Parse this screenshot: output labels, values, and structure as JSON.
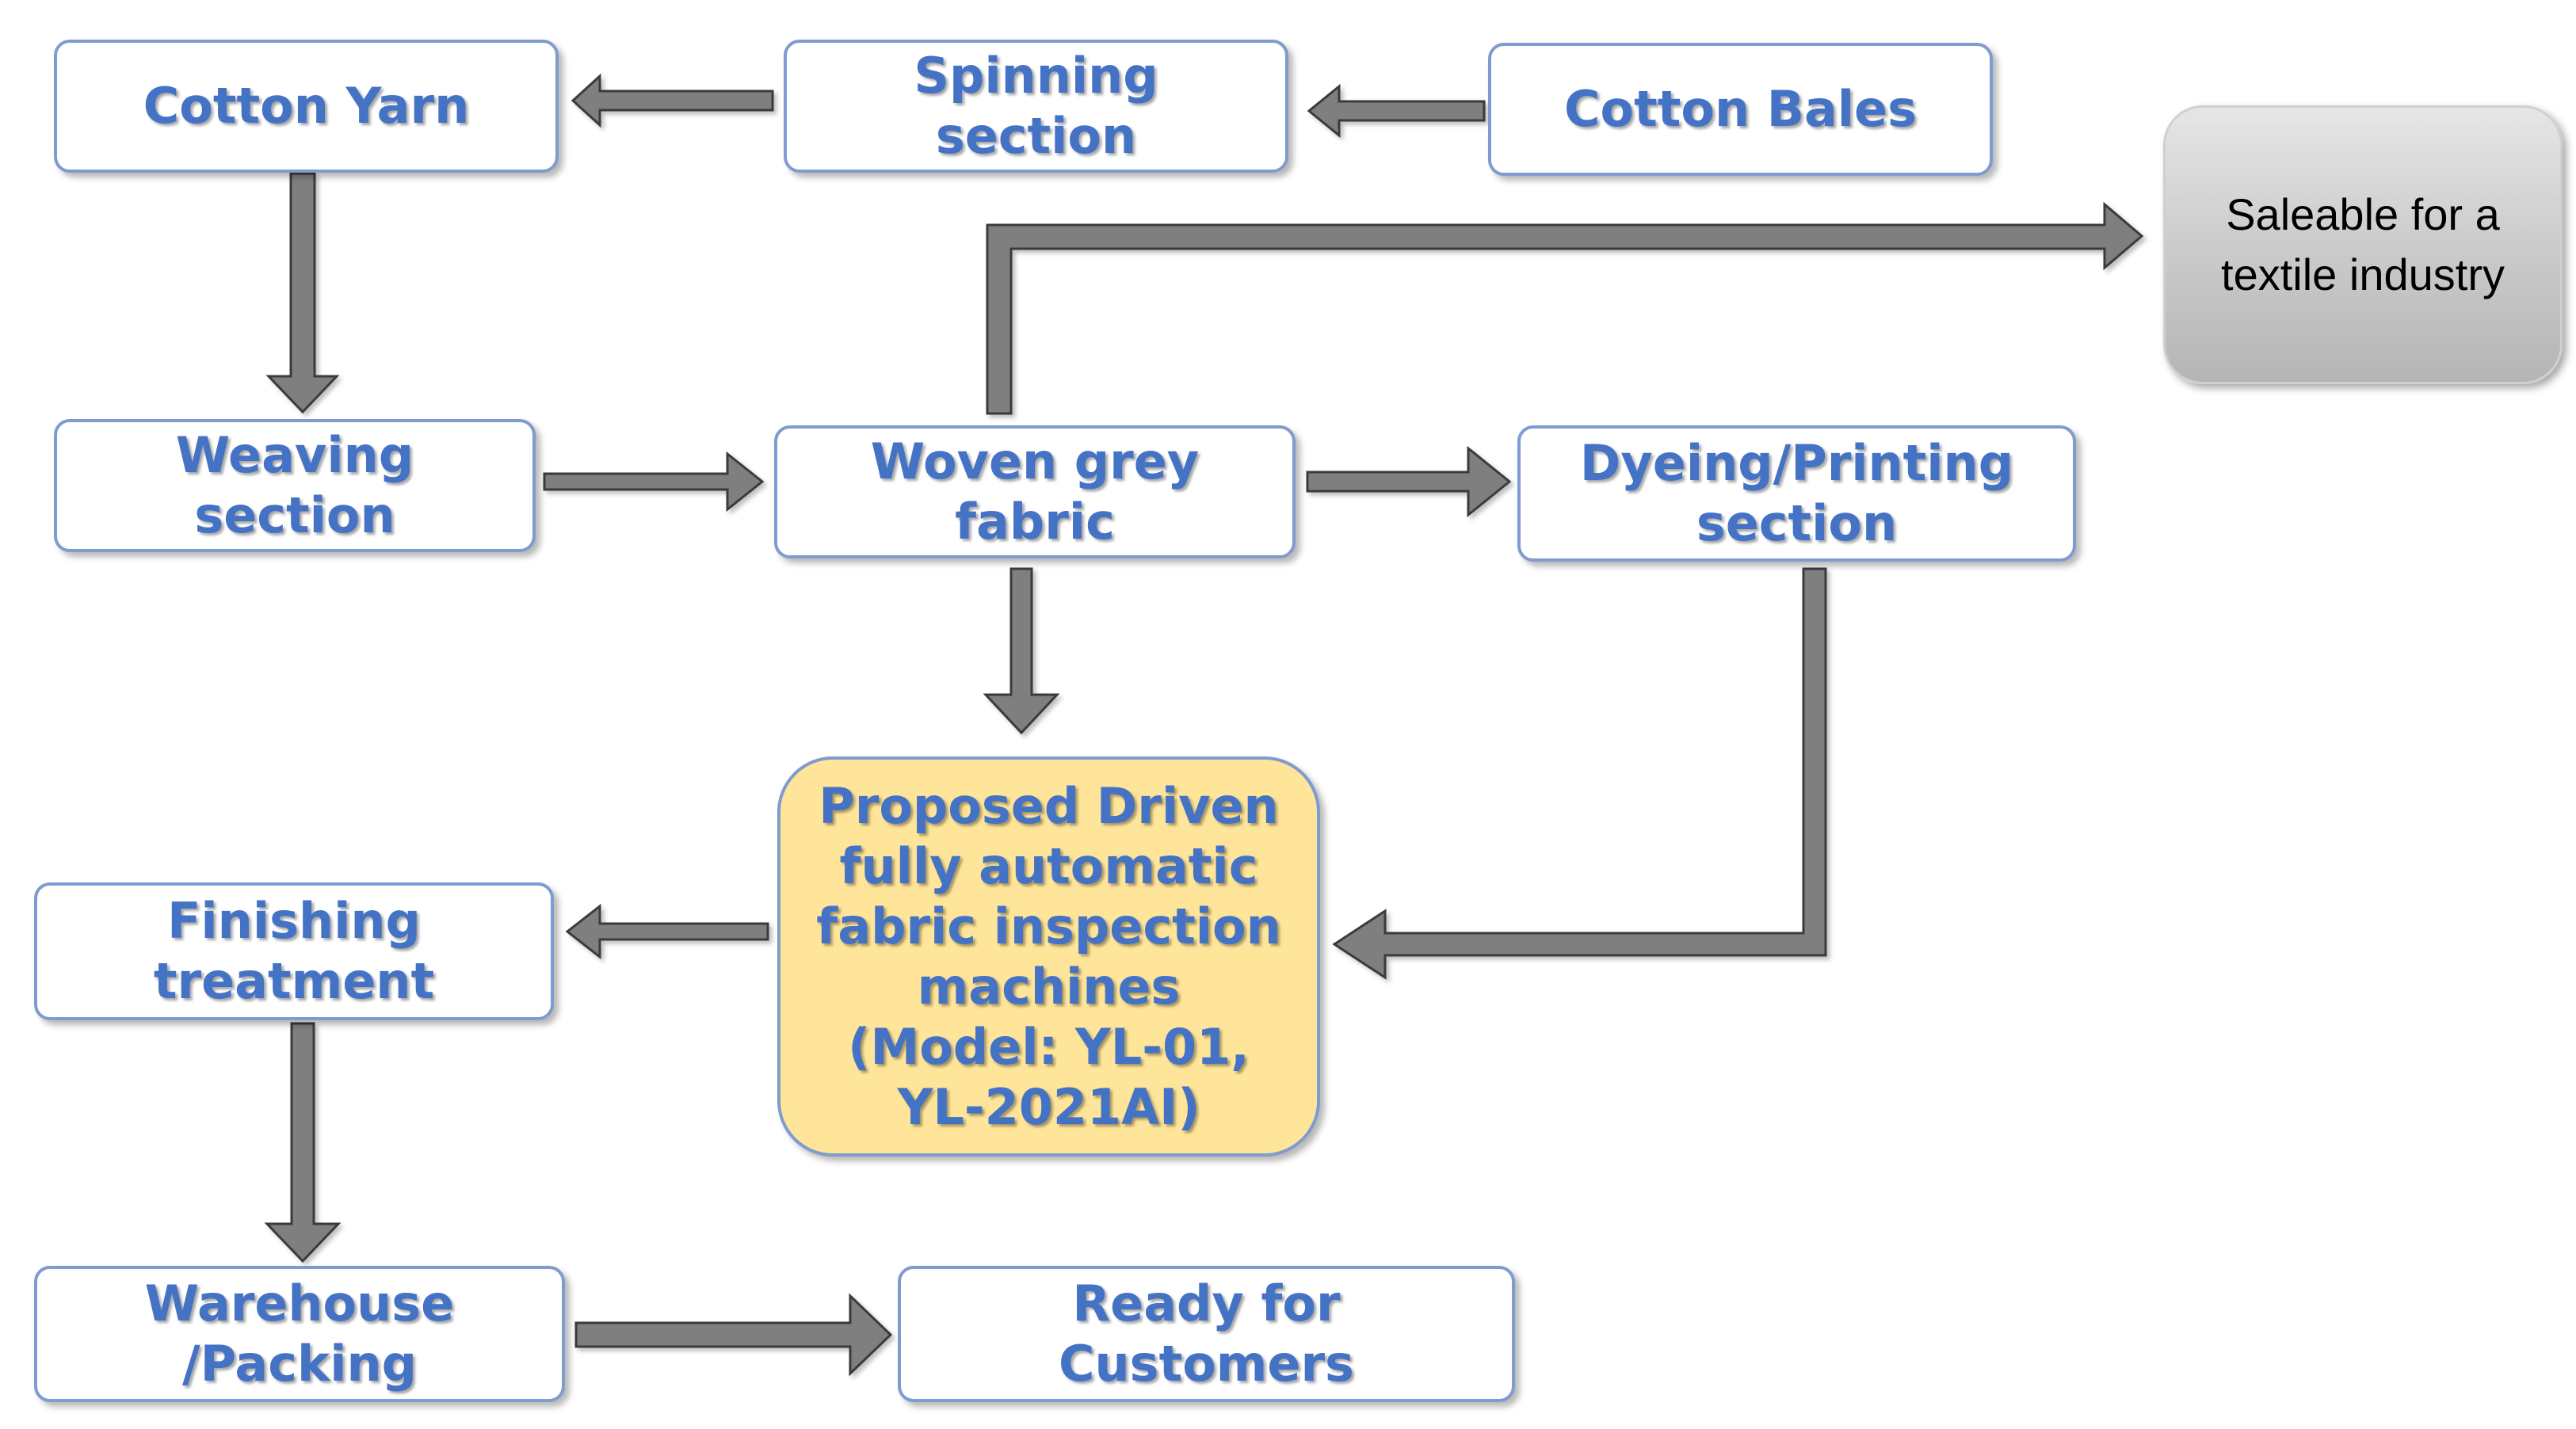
{
  "nodes": {
    "cotton_yarn": "Cotton Yarn",
    "spinning": "Spinning\nsection",
    "cotton_bales": "Cotton Bales",
    "saleable": "Saleable for a\ntextile industry",
    "weaving": "Weaving\nsection",
    "woven_grey": "Woven grey\nfabric",
    "dyeing": "Dyeing/Printing\nsection",
    "proposed": "Proposed Driven\nfully automatic\nfabric inspection\nmachines\n(Model: YL-01,\nYL-2021AI)",
    "finishing": "Finishing\ntreatment",
    "warehouse": "Warehouse\n/Packing",
    "ready": "Ready for\nCustomers"
  },
  "colors": {
    "text_accent": "#4472c4",
    "box_border": "#7f9bd0",
    "proposed_fill": "#ffe599",
    "arrow_fill": "#7f7f7f",
    "arrow_stroke": "#3a3a3a",
    "saleable_fill": "#c9c9c9"
  }
}
